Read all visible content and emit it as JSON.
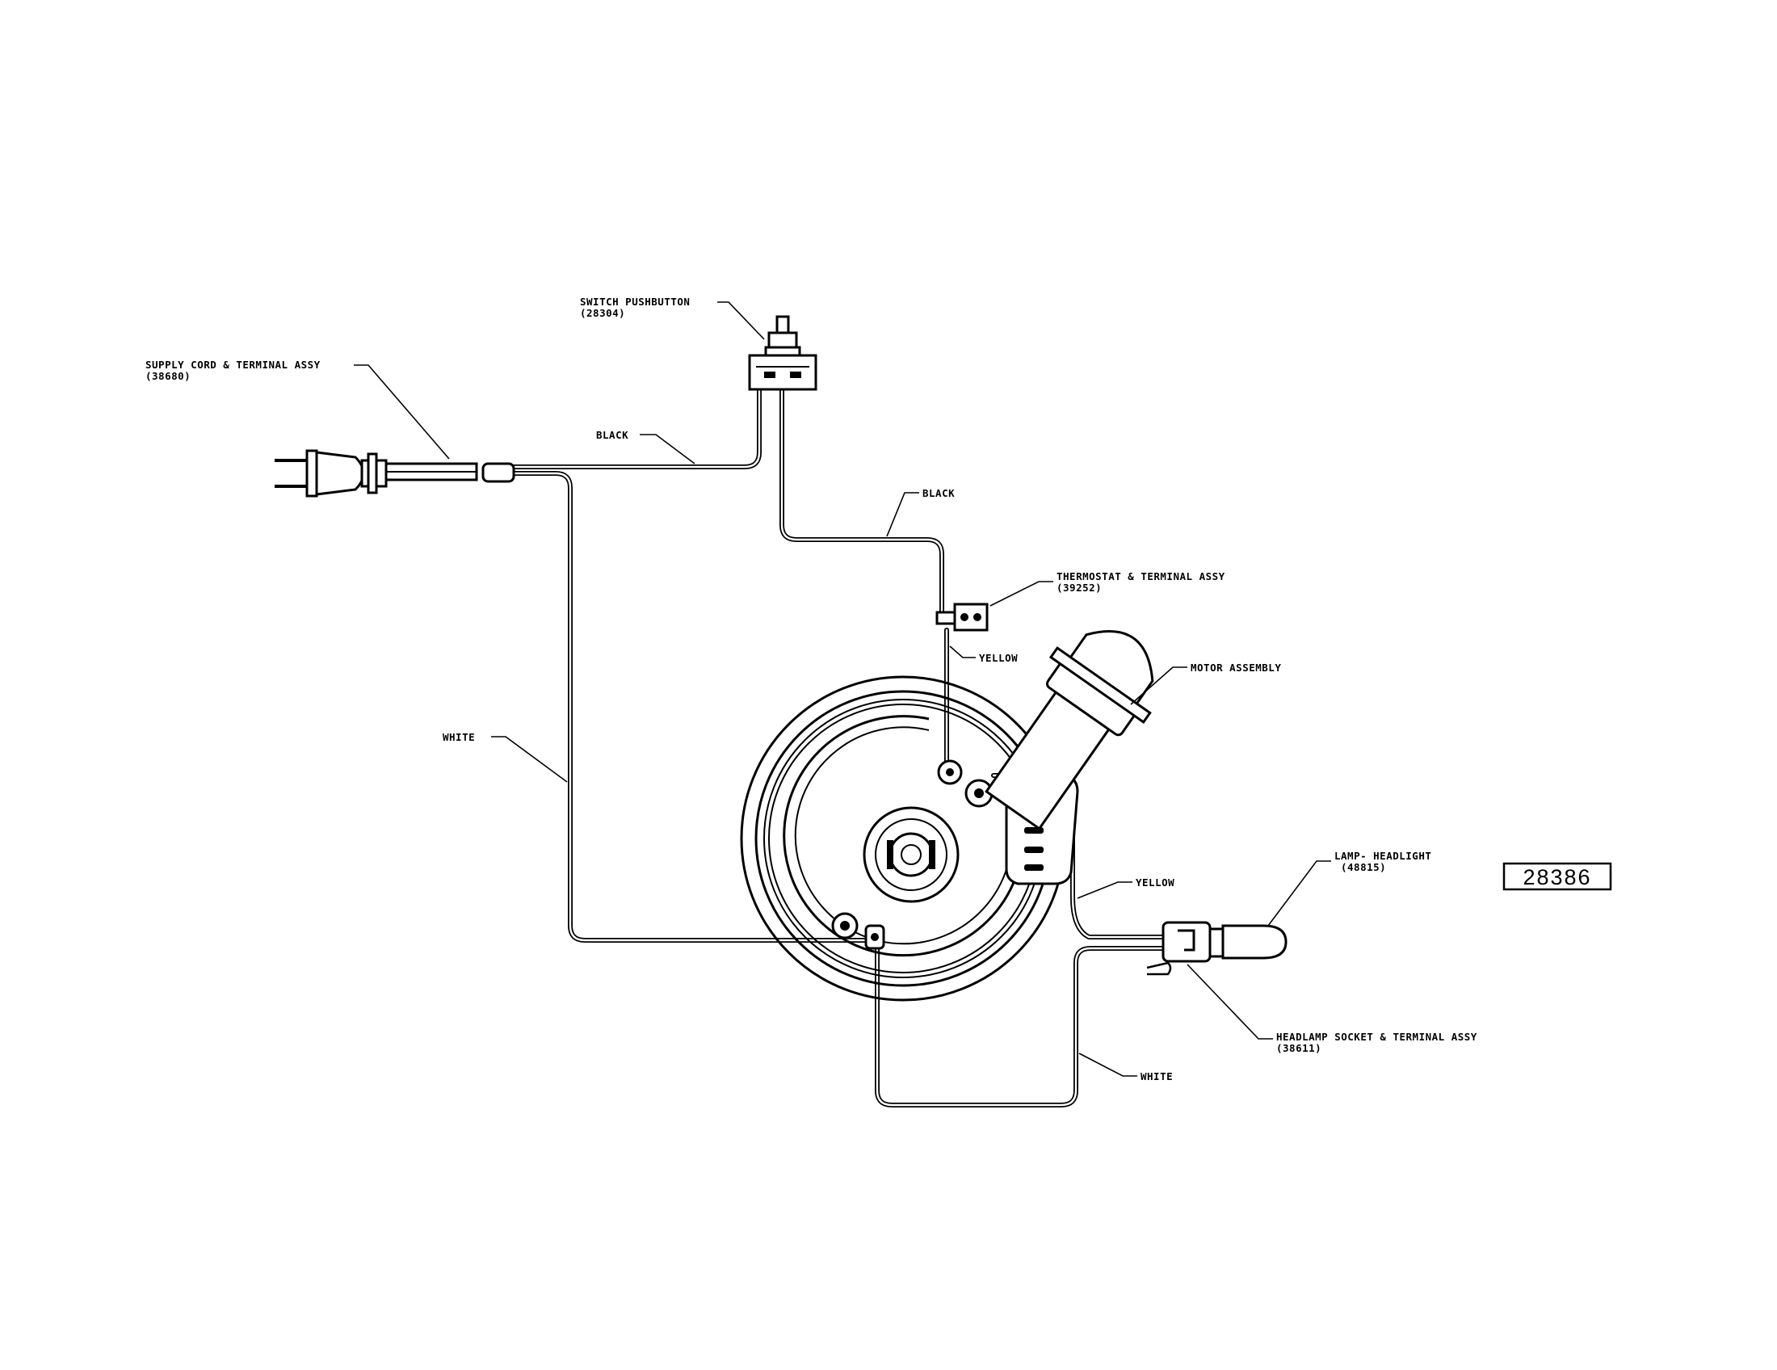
{
  "labels": {
    "switch_pushbutton": "SWITCH PUSHBUTTON",
    "switch_pushbutton_part": "(28304)",
    "supply_cord": "SUPPLY CORD & TERMINAL ASSY",
    "supply_cord_part": "(38680)",
    "black_1": "BLACK",
    "black_2": "BLACK",
    "thermostat": "THERMOSTAT & TERMINAL ASSY",
    "thermostat_part": "(39252)",
    "yellow_1": "YELLOW",
    "motor_assembly": "MOTOR ASSEMBLY",
    "white_1": "WHITE",
    "yellow_2": "YELLOW",
    "lamp_headlight": "LAMP- HEADLIGHT",
    "lamp_headlight_part": "(48815)",
    "headlamp_socket": "HEADLAMP SOCKET & TERMINAL ASSY",
    "headlamp_socket_part": "(38611)",
    "white_2": "WHITE"
  },
  "drawing_number": "28386"
}
